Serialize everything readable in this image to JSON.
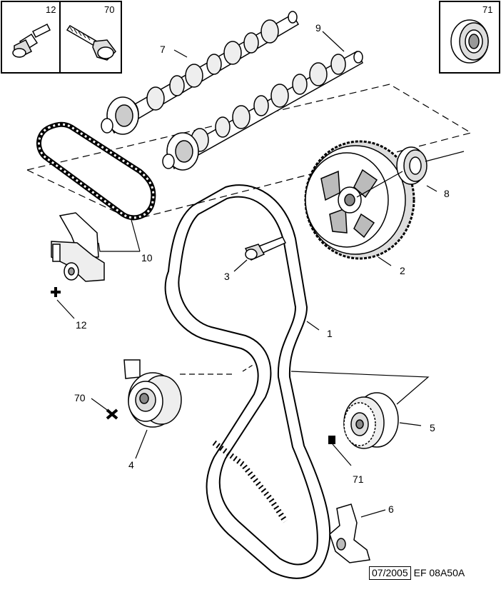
{
  "figure": {
    "boxes": [
      {
        "label": "12",
        "part": "flanged hex bolt (short)"
      },
      {
        "label": "70",
        "part": "flanged hex bolt (long)"
      },
      {
        "label": "71",
        "part": "washer / seal ring"
      }
    ],
    "callouts": {
      "belt": "1",
      "sprocket": "2",
      "bolt": "3",
      "tensioner": "4",
      "idler": "5",
      "bracket": "6",
      "camshaft_upper": "7",
      "oil_seal": "8",
      "camshaft_lower": "9",
      "chain": "10",
      "bolt_12": "12",
      "bolt_70": "70",
      "washer_71": "71"
    },
    "footer": {
      "date": "07/2005",
      "code": "EF 08A50A"
    }
  },
  "colors": {
    "ink": "#000000",
    "paper": "#ffffff",
    "shade": "#7a7a7a"
  }
}
